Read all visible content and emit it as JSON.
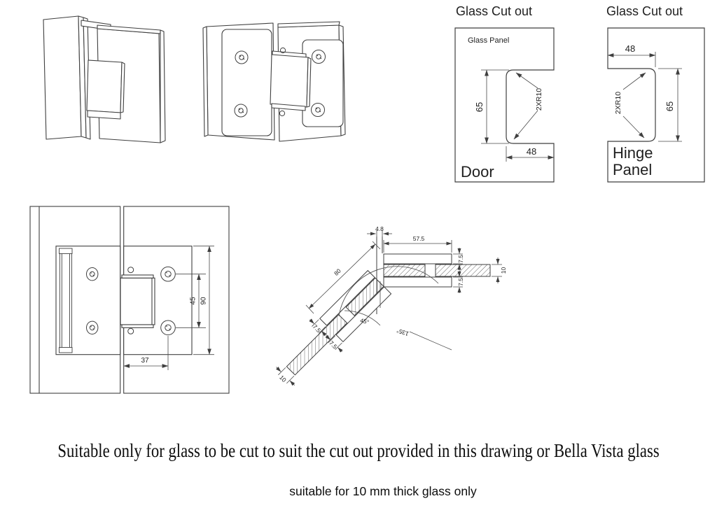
{
  "colors": {
    "line": "#3f3f3f",
    "text": "#1f1f1f"
  },
  "cutout_door": {
    "title": "Glass Cut out",
    "panel_label": "Glass Panel",
    "name": "Door",
    "height": "65",
    "width": "48",
    "corner_radius": "2XR10"
  },
  "cutout_hinge": {
    "title": "Glass Cut out",
    "name_line1": "Hinge",
    "name_line2": "Panel",
    "height": "65",
    "width": "48",
    "corner_radius": "2XR10"
  },
  "front_view": {
    "hole_offset": "37",
    "hole_spacing": "45",
    "plate_height": "90"
  },
  "section_view": {
    "pivot_width": "4.8",
    "plate_length": "57.5",
    "plate_thickness_top": "7.5",
    "plate_thickness_bottom": "7.5",
    "glass_thickness": "10",
    "angled_plate_thickness_top": "7.5",
    "angled_plate_thickness_bottom": "7.5",
    "angled_glass_thickness": "10",
    "angled_length": "80",
    "angle_open": "135°",
    "angle_half": "45°"
  },
  "notes": {
    "line1": "Suitable only for glass to be cut to suit the cut out provided in this drawing or Bella Vista glass",
    "line2": "suitable for 10 mm thick glass only"
  }
}
